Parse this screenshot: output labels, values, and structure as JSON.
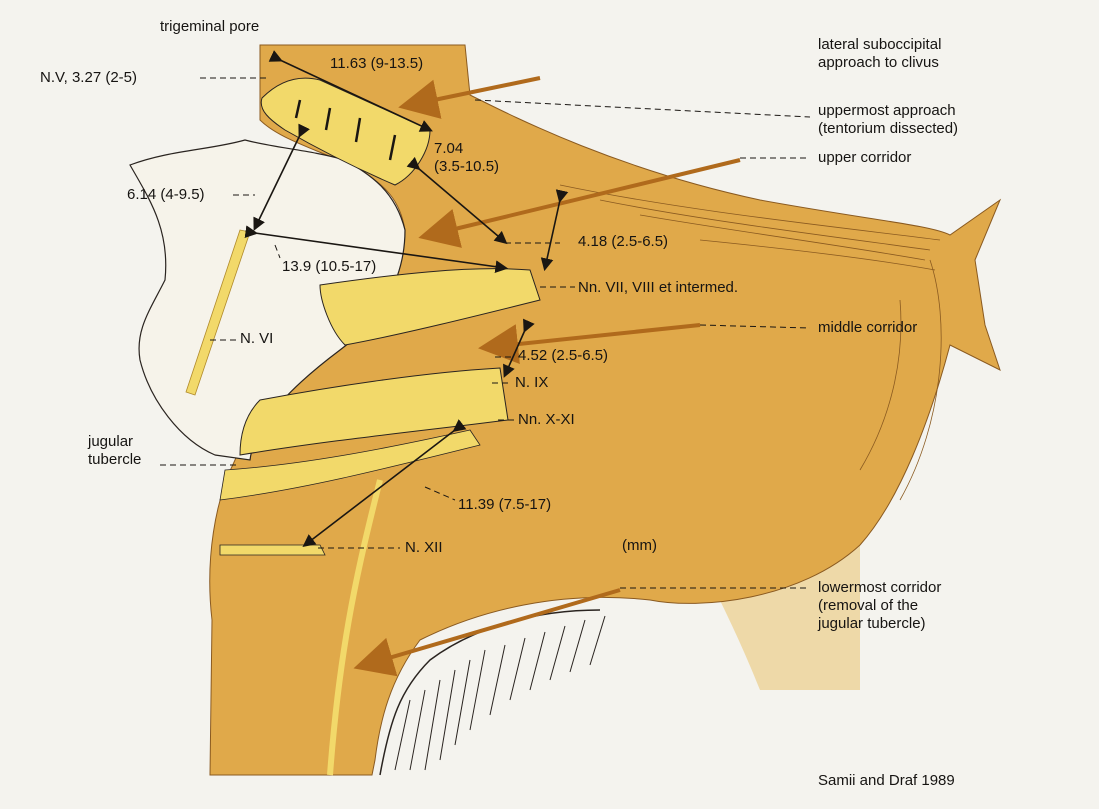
{
  "labels": {
    "trigeminal_pore": "trigeminal pore",
    "nv": "N.V, 3.27 (2-5)",
    "m_11_63": "11.63  (9-13.5)",
    "m_7_04_a": "7.04",
    "m_7_04_b": "(3.5-10.5)",
    "m_6_14": "6.14  (4-9.5)",
    "m_13_9": "13.9 (10.5-17)",
    "m_4_18": "4.18  (2.5-6.5)",
    "nn_vii": "Nn. VII, VIII et intermed.",
    "n_vi": "N. VI",
    "m_4_52": "4.52  (2.5-6.5)",
    "n_ix": "N. IX",
    "nn_x_xi": "Nn. X-XI",
    "jugular_1": "jugular",
    "jugular_2": "tubercle",
    "m_11_39": "11.39  (7.5-17)",
    "n_xii": "N. XII",
    "mm": "(mm)",
    "lateral_1": "lateral suboccipital",
    "lateral_2": "approach to clivus",
    "uppermost_1": "uppermost approach",
    "uppermost_2": "(tentorium dissected)",
    "upper_corridor": "upper corridor",
    "middle_corridor": "middle corridor",
    "lowermost_1": "lowermost corridor",
    "lowermost_2": "(removal of the",
    "lowermost_3": "jugular tubercle)",
    "credit": "Samii and Draf 1989"
  },
  "colors": {
    "background": "#f4f3ee",
    "tissue": "#e0a94a",
    "tissue_dark": "#c98f33",
    "nerve": "#f2d96a",
    "corridor_arrow": "#b06a1c",
    "line": "#1a1612"
  }
}
